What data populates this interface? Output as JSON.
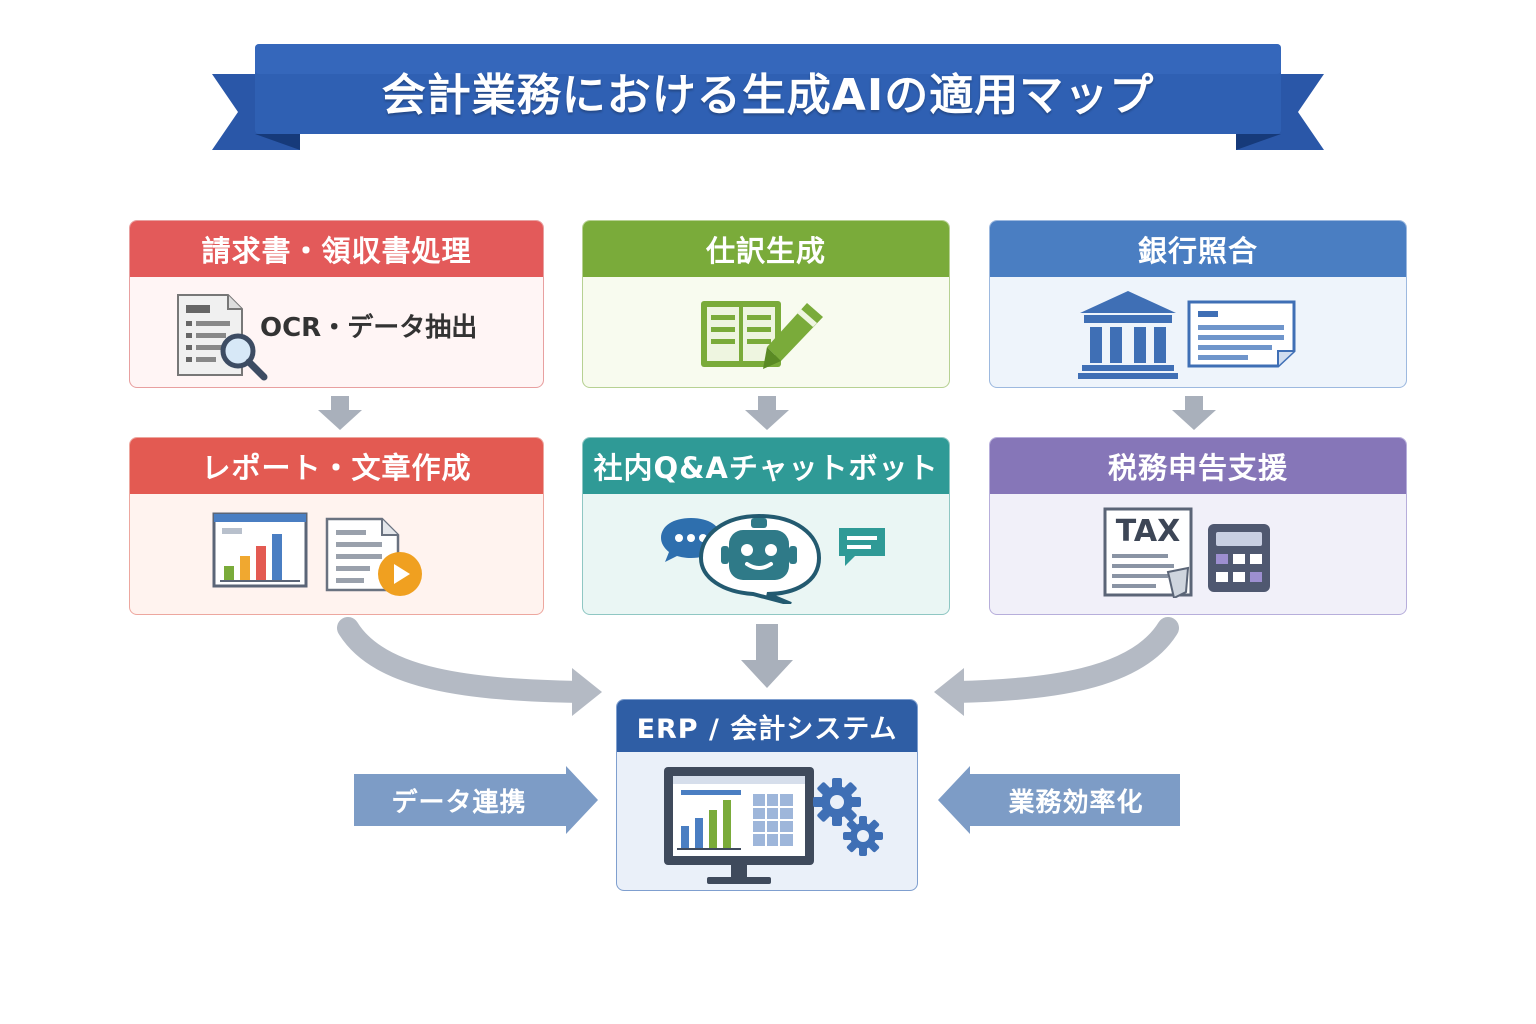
{
  "title": "会計業務における生成AIの適用マップ",
  "cards": {
    "invoice": {
      "title": "請求書・領収書処理",
      "subtitle": "OCR・データ抽出"
    },
    "journal": {
      "title": "仕訳生成"
    },
    "bank": {
      "title": "銀行照合"
    },
    "report": {
      "title": "レポート・文章作成"
    },
    "chatbot": {
      "title": "社内Q&Aチャットボット"
    },
    "tax": {
      "title": "税務申告支援",
      "icon_text": "TAX"
    },
    "erp": {
      "title": "ERP / 会計システム"
    }
  },
  "side_labels": {
    "left": "データ連携",
    "right": "業務効率化"
  },
  "colors": {
    "banner": "#2855a6",
    "red": "#e35a5a",
    "green": "#7aab3a",
    "blue": "#4a7ec2",
    "teal": "#2f9a96",
    "purple": "#8676b8",
    "erp": "#2f5ea5",
    "arrow": "#a9b0bb",
    "side_arrow": "#7d9cc6"
  },
  "icons": [
    "document-search-icon",
    "ledger-pencil-icon",
    "bank-icon",
    "statement-icon",
    "chart-icon",
    "document-play-icon",
    "chat-bubble-icon",
    "robot-icon",
    "message-icon",
    "tax-form-icon",
    "calculator-icon",
    "monitor-chart-icon",
    "gears-icon"
  ]
}
